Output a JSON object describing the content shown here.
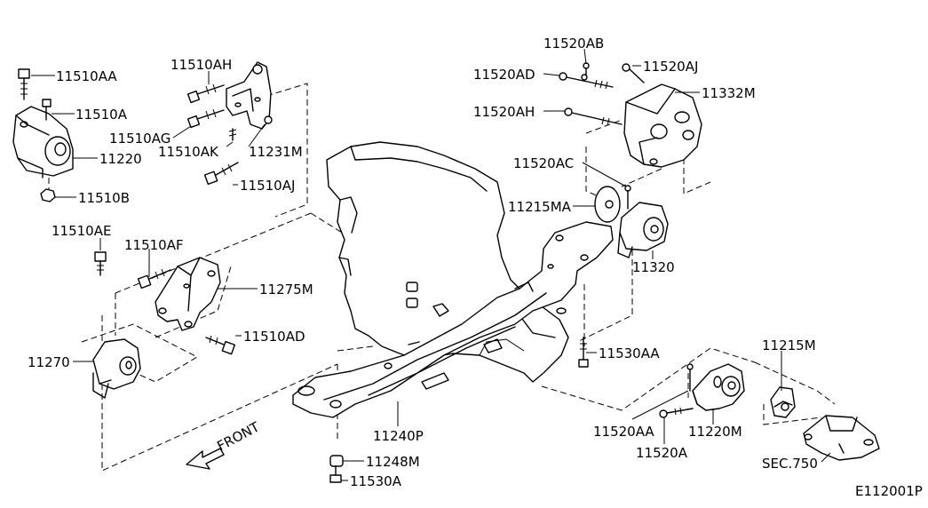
{
  "diagram": {
    "figure_code": "E112001P",
    "front_label": "FRONT",
    "sec_ref": "SEC.750",
    "callouts": {
      "c11510AA": "11510AA",
      "c11510A": "11510A",
      "c11220": "11220",
      "c11510B": "11510B",
      "c11510AH": "11510AH",
      "c11510AG": "11510AG",
      "c11510AK": "11510AK",
      "c11231M": "11231M",
      "c11510AJ": "11510AJ",
      "c11510AE": "11510AE",
      "c11510AF": "11510AF",
      "c11275M": "11275M",
      "c11510AD": "11510AD",
      "c11270": "11270",
      "c11520AB": "11520AB",
      "c11520AD": "11520AD",
      "c11520AJ": "11520AJ",
      "c11332M": "11332M",
      "c11520AH": "11520AH",
      "c11520AC": "11520AC",
      "c11215MA": "11215MA",
      "c11320": "11320",
      "c11530AA": "11530AA",
      "c11215M": "11215M",
      "c11520AA": "11520AA",
      "c11220M": "11220M",
      "c11520A": "11520A",
      "c11240P": "11240P",
      "c11248M": "11248M",
      "c11530A": "11530A"
    }
  }
}
